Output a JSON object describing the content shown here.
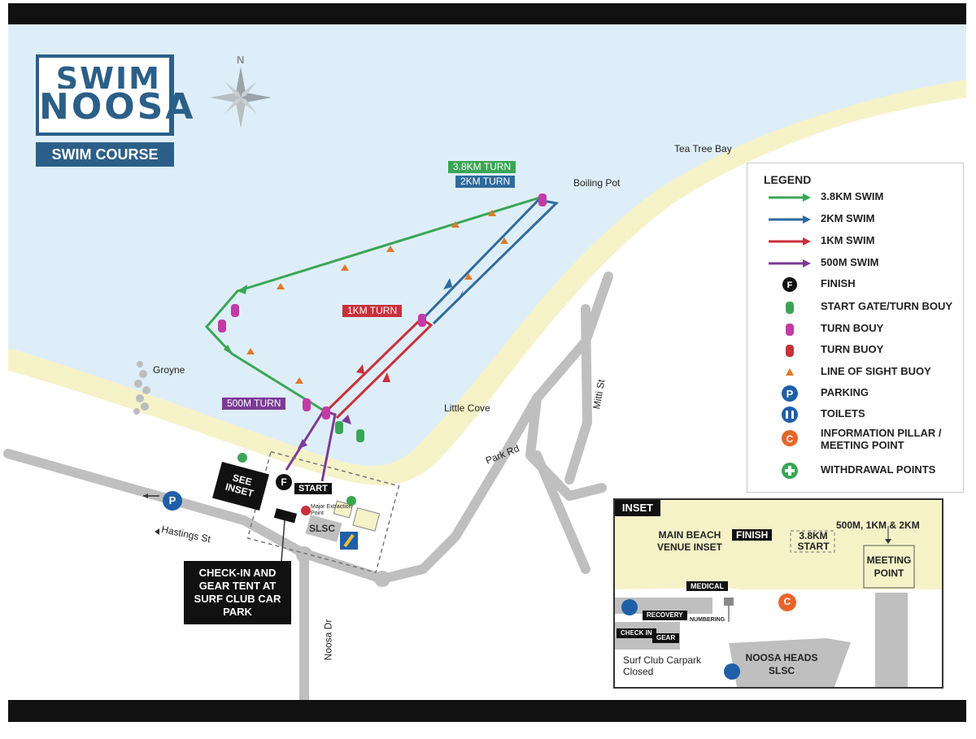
{
  "logo": {
    "line1": "SWIM",
    "line2": "NOOSA",
    "subtitle": "SWIM COURSE"
  },
  "compass": {
    "north": "N"
  },
  "places": {
    "tea_tree_bay": "Tea Tree Bay",
    "boiling_pot": "Boiling Pot",
    "groyne": "Groyne",
    "little_cove": "Little Cove",
    "park_rd": "Park Rd",
    "mitti_st": "Mitti St",
    "hastings_st": "Hastings St",
    "noosa_dr": "Noosa Dr"
  },
  "turns": {
    "t38": "3.8KM TURN",
    "t2": "2KM TURN",
    "t1": "1KM TURN",
    "t500": "500M TURN"
  },
  "map_labels": {
    "see_inset": "SEE INSET",
    "start": "START",
    "finish_marker": "F",
    "major_extraction": "Major Extraction Point",
    "slsc": "SLSC",
    "checkin": "CHECK-IN AND GEAR TENT AT SURF CLUB CAR PARK",
    "parking_marker": "P"
  },
  "legend": {
    "title": "LEGEND",
    "items": [
      {
        "label": "3.8KM SWIM",
        "kind": "line",
        "color": "#3aa655"
      },
      {
        "label": "2KM SWIM",
        "kind": "line",
        "color": "#2e6a9e"
      },
      {
        "label": "1KM SWIM",
        "kind": "line",
        "color": "#c9303a"
      },
      {
        "label": "500M SWIM",
        "kind": "line",
        "color": "#7b3a96"
      },
      {
        "label": "FINISH",
        "kind": "finish",
        "color": "#111111"
      },
      {
        "label": "START GATE/TURN BOUY",
        "kind": "buoy",
        "color": "#3aa655"
      },
      {
        "label": "TURN BOUY",
        "kind": "buoy",
        "color": "#c43aa6"
      },
      {
        "label": "TURN BUOY",
        "kind": "buoy",
        "color": "#c9303a"
      },
      {
        "label": "LINE OF SIGHT BUOY",
        "kind": "triangle",
        "color": "#e07a2a"
      },
      {
        "label": "PARKING",
        "kind": "parking",
        "color": "#1f5fa8"
      },
      {
        "label": "TOILETS",
        "kind": "toilets",
        "color": "#1f5fa8"
      },
      {
        "label": "INFORMATION PILLAR / MEETING POINT",
        "kind": "info",
        "color": "#e8652a"
      },
      {
        "label": "WITHDRAWAL POINTS",
        "kind": "withdraw",
        "color": "#3aa655"
      }
    ]
  },
  "inset": {
    "tag": "INSET",
    "main_beach": "MAIN BEACH VENUE INSET",
    "finish": "FINISH",
    "start38": "3.8KM START",
    "start_other": "500M, 1KM & 2KM",
    "meeting": "MEETING POINT",
    "medical": "MEDICAL",
    "recovery": "RECOVERY",
    "numbering": "NUMBERING",
    "checkin": "CHECK IN",
    "gear": "GEAR",
    "carpark": "Surf Club Carpark Closed",
    "slsc": "NOOSA HEADS SLSC",
    "info_marker": "C"
  },
  "colors": {
    "water": "#deeef8",
    "sand": "#f6f2c8",
    "road": "#bfbfbf",
    "swim38": "#3aa655",
    "swim2": "#2e6a9e",
    "swim1": "#c9303a",
    "swim500": "#7b3a96",
    "brand": "#2b5f88"
  }
}
